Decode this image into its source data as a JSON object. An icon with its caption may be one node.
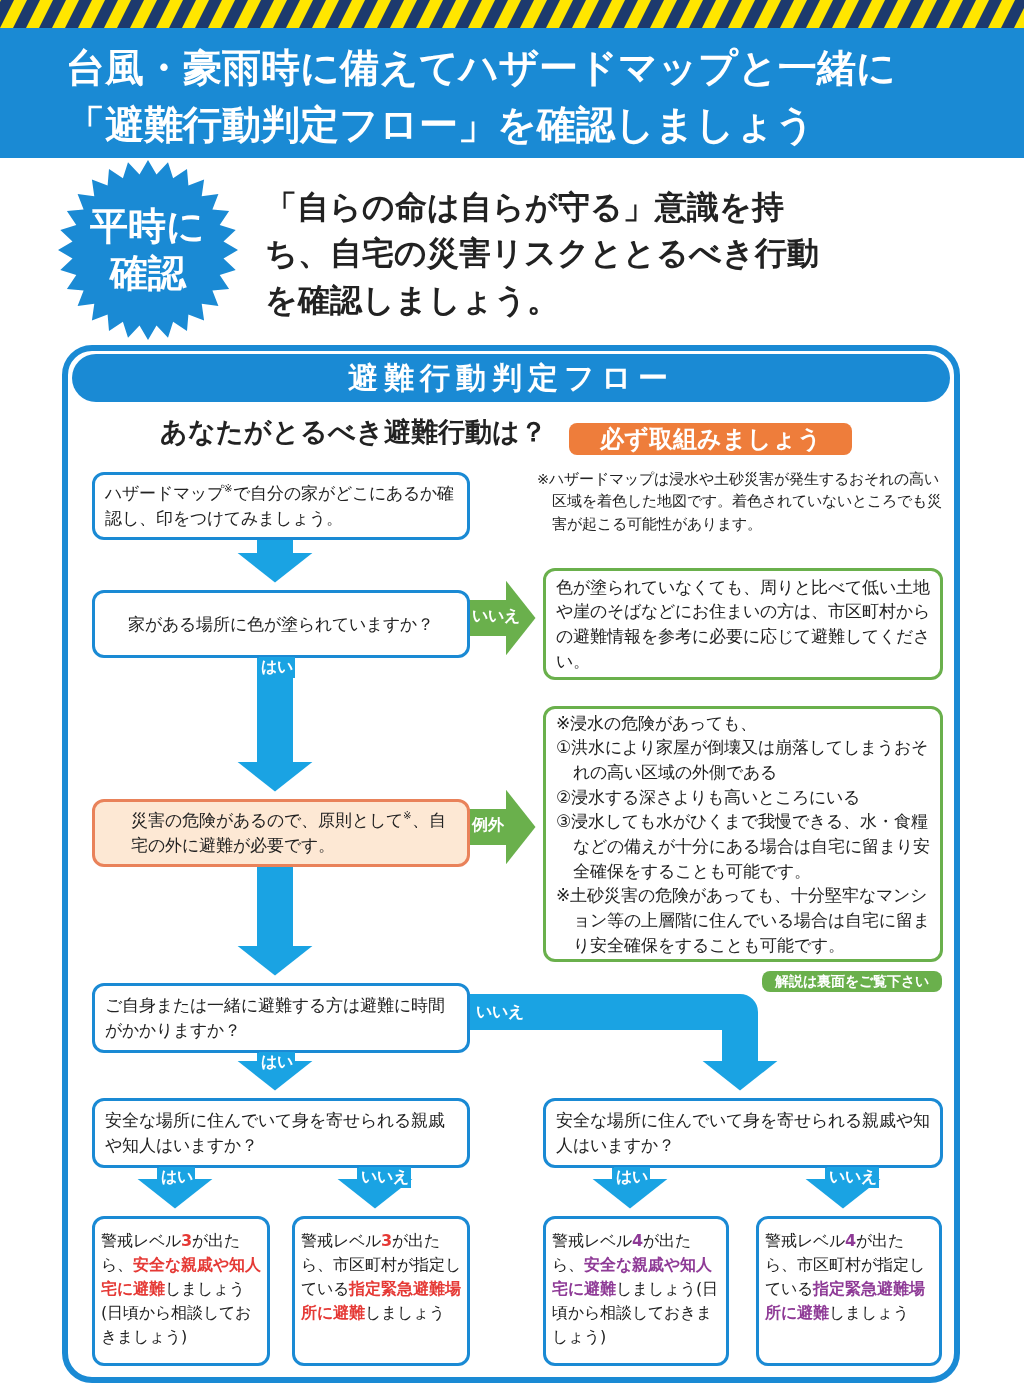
{
  "diagram": {
    "title": "台風・豪雨時に備えてハザードマップと一緒に「避難行動判定フロー」を確認しましょう",
    "nodes": [
      {
        "text": [
          "平時に確認"
        ]
      },
      {
        "text": [
          "避難行動判定フロー"
        ]
      },
      {
        "text": [
          "必ず取組みましょう"
        ],
        "in": 1
      },
      {
        "text": [
          "ハザードマップ$^{※}$で自分の家がどこにあるか確認し、印をつけてみましょう。"
        ],
        "in": 1
      },
      {
        "text": [
          "家がある場所に色が塗られていますか？"
        ],
        "in": 1
      },
      {
        "text": [
          "色が塗られていなくても、周りと比べて低い土地や崖のそばなどにお住まいの方は、市区町村からの避難情報を参考に必要に応じて避難してください。"
        ],
        "in": 1
      },
      {
        "text": [
          "災害の危険があるので、原則として$^{※}$、自宅の外に避難が必要です。"
        ],
        "in": 1
      },
      {
        "text": [
          "※浸水の危険があっても、",
          "①洪水により家屋が倒壊又は崩落してしまうおそれの高い区域の外側である",
          "②浸水する深さよりも高いところにいる",
          "③浸水しても水がひくまで我慢できる、水・食糧などの備えが十分にある場合は自宅に留まり安全確保をすることも可能です。",
          "※土砂災害の危険があっても、十分堅牢なマンション等の上層階に住んでいる場合は自宅に留まり安全確保をすることも可能です。"
        ],
        "in": 1
      },
      {
        "text": [
          "解説は裏面をご覧下さい"
        ],
        "in": 1
      },
      {
        "text": [
          "ご自身または一緒に避難する方は避難に時間がかかりますか？"
        ],
        "in": 1
      },
      {
        "text": [
          "安全な場所に住んでいて身を寄せられる親戚や知人はいますか？"
        ],
        "in": 1
      },
      {
        "text": [
          "安全な場所に住んでいて身を寄せられる親戚や知人はいますか？"
        ],
        "in": 1
      },
      {
        "text": [
          "警戒レベル**3**が出たら、**安全な親戚や知人宅に避難**しましょう(日頃から相談しておきましょう)"
        ],
        "in": 1
      },
      {
        "text": [
          "警戒レベル**3**が出たら、市区町村が指定している**指定緊急避難場所に避難**しましょう"
        ],
        "in": 1
      },
      {
        "text": [
          "警戒レベル**4**が出たら、**安全な親戚や知人宅に避難**しましょう(日頃から相談しておきましょう)"
        ],
        "in": 1
      },
      {
        "text": [
          "警戒レベル**4**が出たら、市区町村が指定している**指定緊急避難場所に避難**しましょう"
        ],
        "in": 1
      }
    ],
    "edges": [
      {
        "from": 3,
        "to": 4,
        "arrow": "to"
      },
      {
        "from": 4,
        "to": 5,
        "arrow": "to",
        "label": "いいえ",
        "color": "#6ab04c"
      },
      {
        "from": 4,
        "to": 6,
        "arrow": "to",
        "label": "はい"
      },
      {
        "from": 6,
        "to": 7,
        "arrow": "to",
        "label": "例外",
        "color": "#6ab04c"
      },
      {
        "from": 6,
        "to": 9,
        "arrow": "to"
      },
      {
        "from": 9,
        "to": 10,
        "arrow": "to",
        "label": "はい"
      },
      {
        "from": 9,
        "to": 11,
        "arrow": "to",
        "label": "いいえ"
      },
      {
        "from": 10,
        "to": 12,
        "arrow": "to",
        "label": "はい"
      },
      {
        "from": 10,
        "to": 13,
        "arrow": "to",
        "label": "いいえ"
      },
      {
        "from": 11,
        "to": 14,
        "arrow": "to",
        "label": "はい"
      },
      {
        "from": 11,
        "to": 15,
        "arrow": "to",
        "label": "いいえ"
      }
    ],
    "labels": [
      "「自らの命は自らが守る」意識を持ち、自宅の災害リスクととるべき行動を確認しましょう。",
      "あなたがとるべき避難行動は？",
      "※ハザードマップは浸水や土砂災害が発生するおそれの高い区域を着色した地図です。着色されていないところでも災害が起こる可能性があります。"
    ]
  }
}
